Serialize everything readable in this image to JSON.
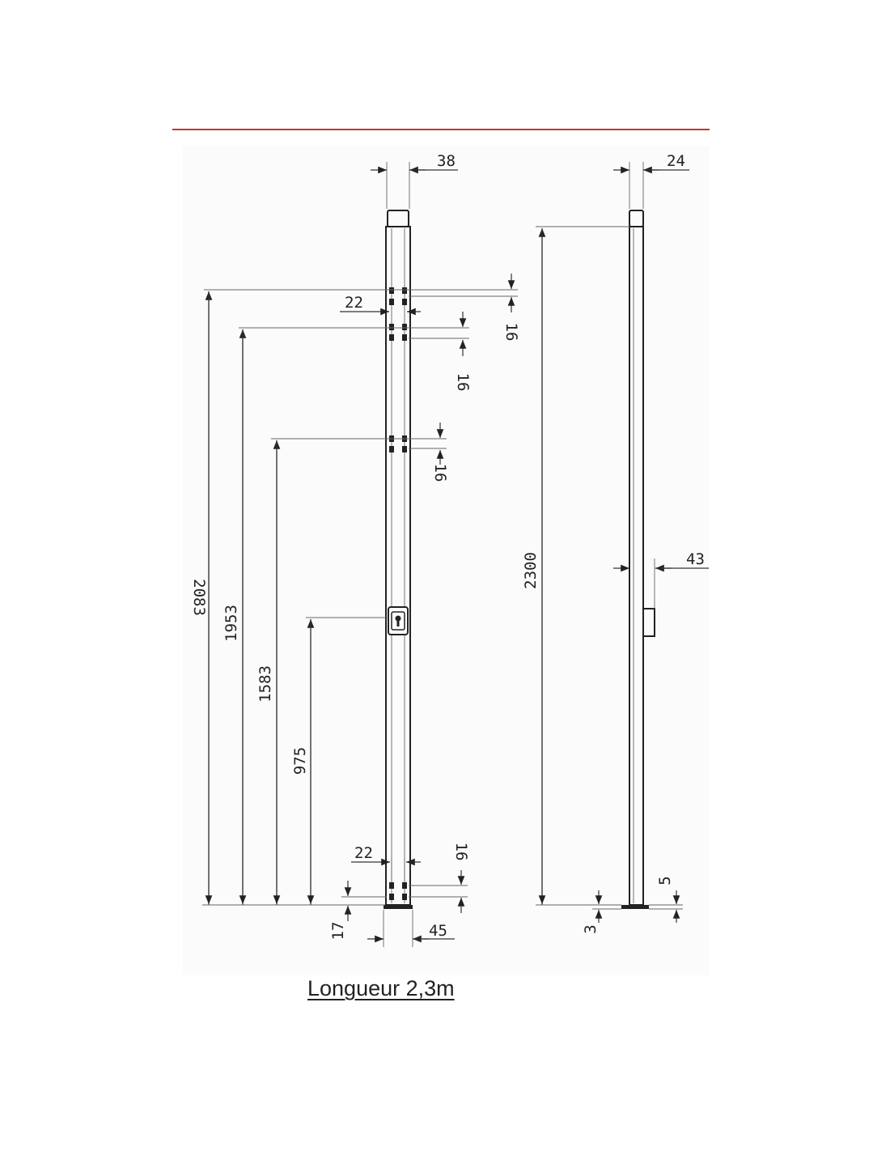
{
  "accent_color": "#c0392b",
  "front_view": {
    "width_top": "38",
    "hole_spacing_top_left": "22",
    "hole_gap_a": "16",
    "hole_gap_b": "16",
    "hole_gap_c": "16",
    "height_top_holes": "2083",
    "height_second_holes": "1953",
    "height_third_holes": "1583",
    "height_lock": "975",
    "hole_spacing_bottom": "22",
    "hole_gap_bottom": "16",
    "bottom_offset": "17",
    "base_width": "45"
  },
  "side_view": {
    "width_top": "24",
    "total_height": "2300",
    "lock_depth": "43",
    "base_thickness_right": "5",
    "base_thickness_left": "3"
  },
  "caption": "Longueur 2,3m"
}
